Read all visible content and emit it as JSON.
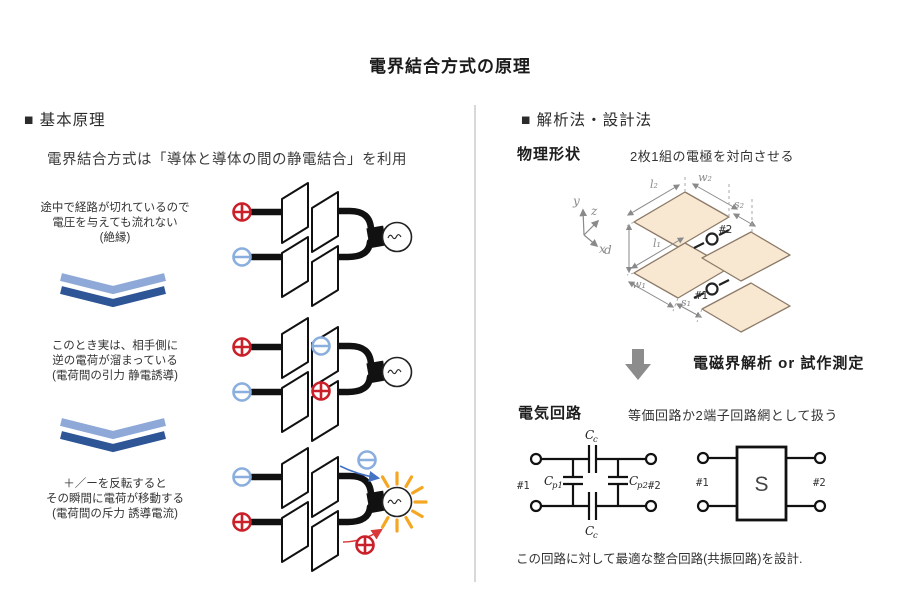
{
  "title": "電界結合方式の原理",
  "left": {
    "header": "■ 基本原理",
    "intro": "電界結合方式は「導体と導体の間の静電結合」を利用",
    "steps": [
      {
        "line1": "途中で経路が切れているので",
        "line2": "電圧を与えても流れない",
        "line3": "(絶縁)"
      },
      {
        "line1": "このとき実は、相手側に",
        "line2": "逆の電荷が溜まっている",
        "line3": "(電荷間の引力 静電誘導)"
      },
      {
        "line1": "＋／ーを反転すると",
        "line2": "その瞬間に電荷が移動する",
        "line3": "(電荷間の斥力 誘導電流)"
      }
    ]
  },
  "right": {
    "header": "■ 解析法・設計法",
    "physical_label": "物理形状",
    "physical_desc": "2枚1組の電極を対向させる",
    "geometry": {
      "axis_y": "y",
      "axis_z": "z",
      "axis_x": "x",
      "dim_d": "d",
      "dim_l2": "l₂",
      "dim_w2": "w₂",
      "dim_s2": "s₂",
      "dim_l1": "l₁",
      "dim_w1": "w₁",
      "dim_s1": "s₁",
      "port1": "#1",
      "port2": "#2"
    },
    "process_label": "電磁界解析 or 試作測定",
    "circuit_label": "電気回路",
    "circuit_desc": "等価回路か2端子回路網として扱う",
    "equivalent_circuit": {
      "cc_main": "C",
      "cc_sub": "c",
      "cp1_main": "C",
      "cp1_sub": "p1",
      "cp2_main": "C",
      "cp2_sub": "p2",
      "port1": "#1",
      "port2": "#2"
    },
    "two_port": {
      "box": "S",
      "port1": "#1",
      "port2": "#2"
    },
    "note": "この回路に対して最適な整合回路(共振回路)を設計."
  },
  "icons": {
    "plus_charge": "circled-plus",
    "minus_charge": "circled-minus",
    "chevron": "double-chevron-down",
    "block_arrow": "block-arrow-down",
    "bulb": "light-bulb",
    "port": "port-circle"
  },
  "colors": {
    "plus_red": "#c9202a",
    "minus_blue": "#8aaedd",
    "chevron_light": "#8ea9d8",
    "chevron_dark": "#2e5596",
    "plate_fill": "#f8e7d1",
    "plate_stroke": "#8c7a68",
    "dimension_gray": "#8a8a8a",
    "block_arrow_gray": "#8c8c8c",
    "ray_orange": "#f5a623",
    "divider_gray": "#d8d8d8",
    "wire_black": "#111111"
  }
}
